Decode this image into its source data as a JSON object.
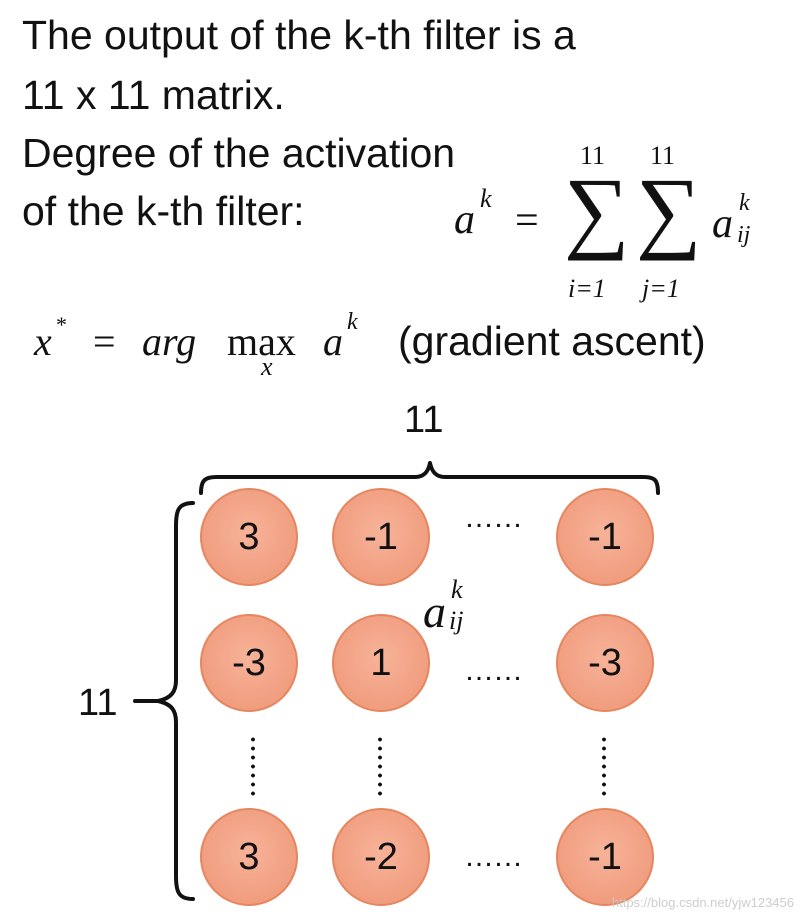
{
  "text": {
    "line1": "The output of the k-th filter is a",
    "line2": "11 x 11 matrix.",
    "line3": "Degree of the activation",
    "line4": "of the k-th filter:",
    "gradient_ascent": "(gradient ascent)"
  },
  "formula": {
    "lhs": "a",
    "lhs_sup": "k",
    "equals": "=",
    "sigma": "∑",
    "upper_i": "11",
    "upper_j": "11",
    "lower_i": "i=1",
    "lower_j": "j=1",
    "term": "a",
    "term_sup": "k",
    "term_sub": "ij"
  },
  "argmax": {
    "x": "x",
    "star": "*",
    "equals": "=",
    "arg": "arg",
    "max": "max",
    "under": "x",
    "a": "a",
    "a_sup": "k"
  },
  "diagram": {
    "top_label": "11",
    "left_label": "11",
    "center_label_base": "a",
    "center_label_sup": "k",
    "center_label_sub": "ij",
    "hdots": "……",
    "rows": [
      [
        "3",
        "-1",
        "-1"
      ],
      [
        "-3",
        "1",
        "-3"
      ],
      [
        "3",
        "-2",
        "-1"
      ]
    ]
  },
  "watermark": "https://blog.csdn.net/yjw123456",
  "colors": {
    "node_fill": "#f2a184",
    "node_border": "#e5865f",
    "text": "#111111"
  }
}
